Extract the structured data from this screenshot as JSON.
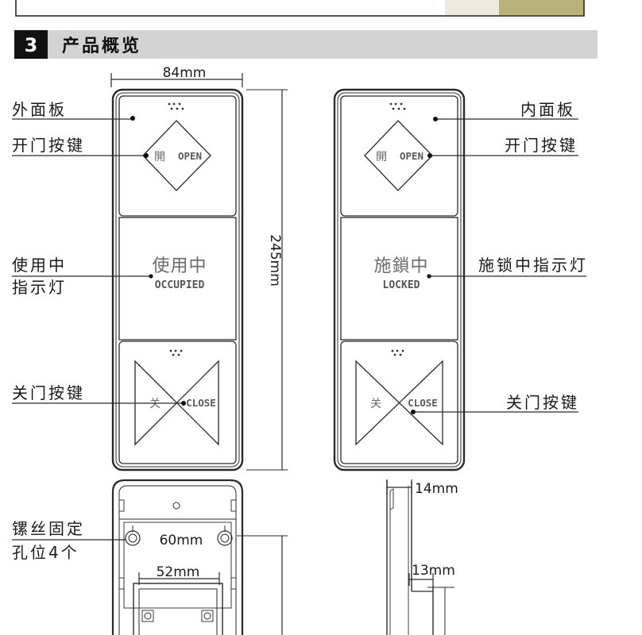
{
  "section": {
    "number": "3",
    "title": "产品概览"
  },
  "dimensions": {
    "panel_width": "84mm",
    "panel_height": "245mm",
    "screw_spacing": "60mm",
    "mount_width": "52mm",
    "thickness_top": "14mm",
    "thickness_bottom": "13mm"
  },
  "outer_panel": {
    "name_label": "外面板",
    "open_button_label": "开门按键",
    "open_cn": "開",
    "open_en": "OPEN",
    "indicator_cn": "使用中",
    "indicator_en": "OCCUPIED",
    "indicator_label_line1": "使用中",
    "indicator_label_line2": "指示灯",
    "close_button_label": "关门按键",
    "close_cn": "关",
    "close_en": "CLOSE"
  },
  "inner_panel": {
    "name_label": "内面板",
    "open_button_label": "开门按键",
    "open_cn": "開",
    "open_en": "OPEN",
    "indicator_cn": "施鎖中",
    "indicator_en": "LOCKED",
    "indicator_label": "施锁中指示灯",
    "close_button_label": "关门按键",
    "close_cn": "关",
    "close_en": "CLOSE"
  },
  "back_panel": {
    "screw_label_line1": "镙丝固定",
    "screw_label_line2": "孔位4个"
  },
  "colors": {
    "line": "#2a2a2a",
    "header_bar": "#d3d3d3",
    "header_badge": "#111111",
    "button_text": "#666666"
  }
}
